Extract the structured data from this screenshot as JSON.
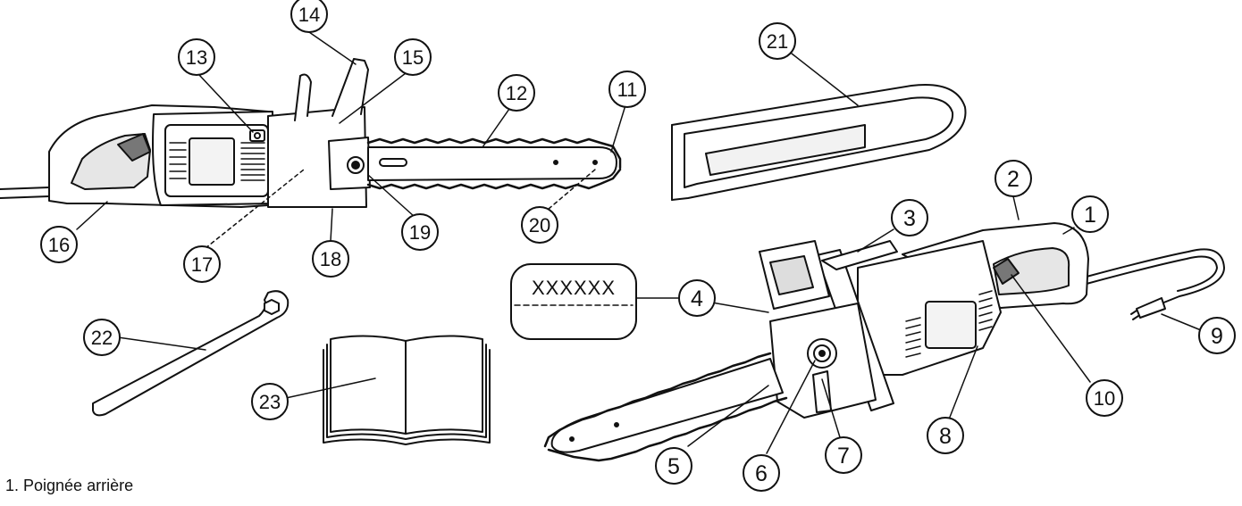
{
  "caption": "1. Poignée arrière",
  "label_text": "XXXXXX",
  "callouts": [
    "1",
    "2",
    "3",
    "4",
    "5",
    "6",
    "7",
    "8",
    "9",
    "10",
    "11",
    "12",
    "13",
    "14",
    "15",
    "16",
    "17",
    "18",
    "19",
    "20",
    "21",
    "22",
    "23"
  ]
}
